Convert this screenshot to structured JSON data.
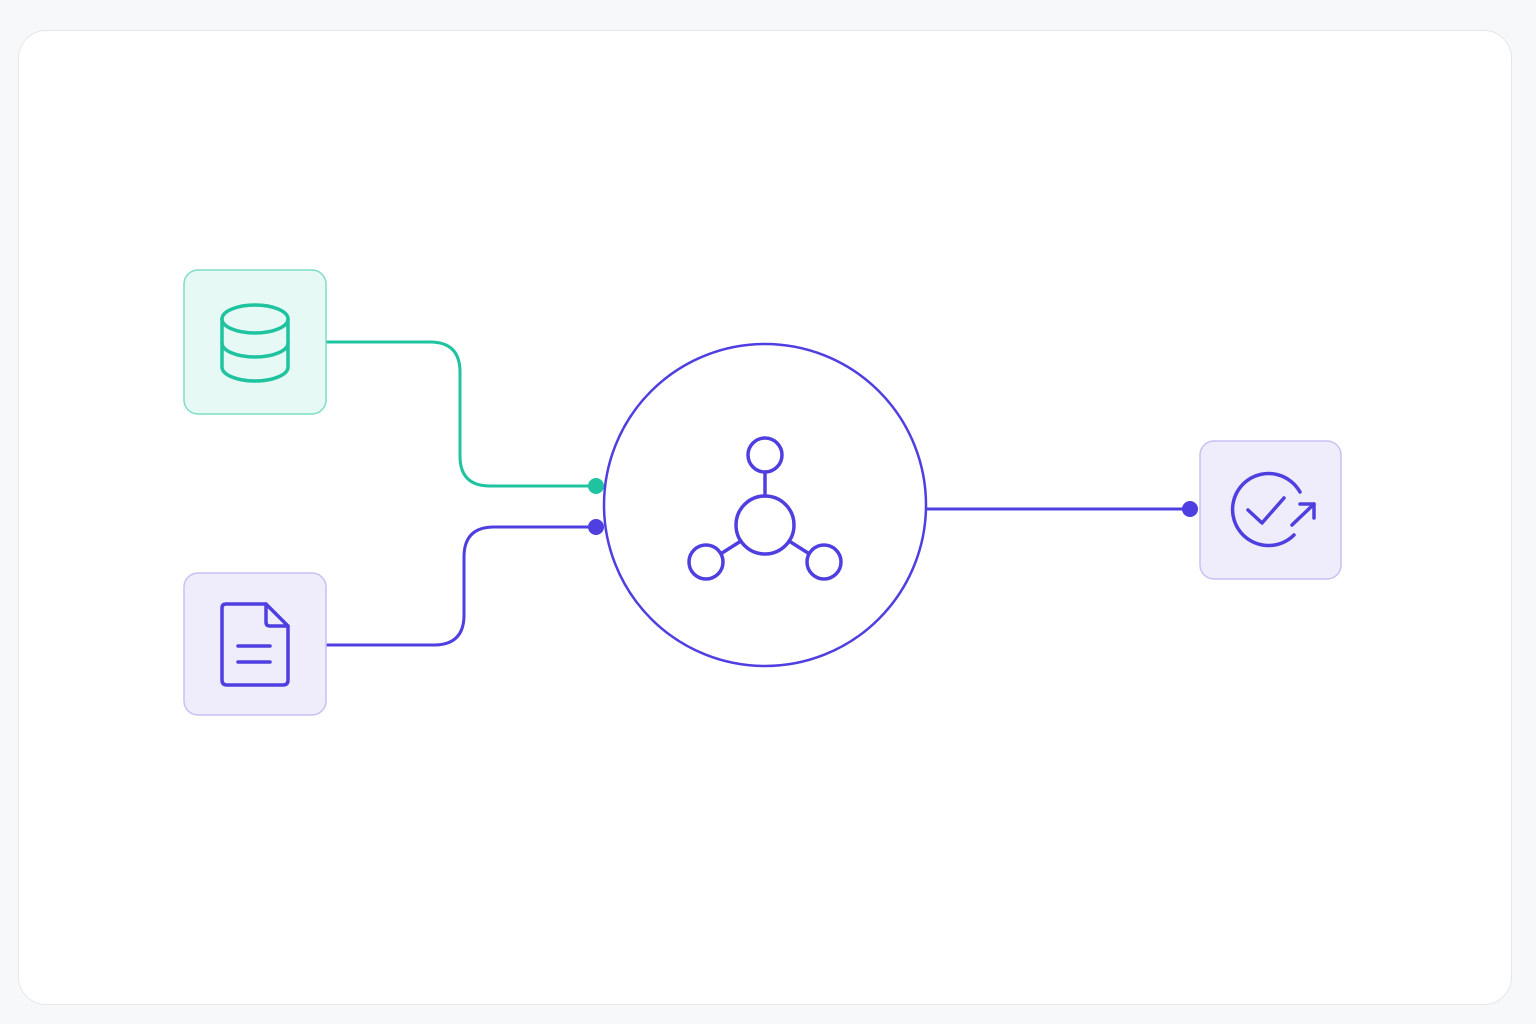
{
  "colors": {
    "background": "#f7f8fa",
    "card": "#ffffff",
    "card_border": "#e4e6ea",
    "teal": "#1fc3a0",
    "teal_fill": "#e6f9f4",
    "indigo": "#4f3fe0",
    "indigo_fill": "#efedfb",
    "indigo_border": "#b9b0ef"
  },
  "nodes": {
    "database_source": {
      "icon": "database-icon",
      "color": "teal"
    },
    "document_source": {
      "icon": "document-icon",
      "color": "indigo"
    },
    "hub": {
      "icon": "network-hub-icon",
      "color": "indigo"
    },
    "output": {
      "icon": "check-circle-arrow-icon",
      "color": "indigo"
    }
  },
  "edges": [
    {
      "from": "database_source",
      "to": "hub",
      "color": "teal"
    },
    {
      "from": "document_source",
      "to": "hub",
      "color": "indigo"
    },
    {
      "from": "hub",
      "to": "output",
      "color": "indigo"
    }
  ]
}
